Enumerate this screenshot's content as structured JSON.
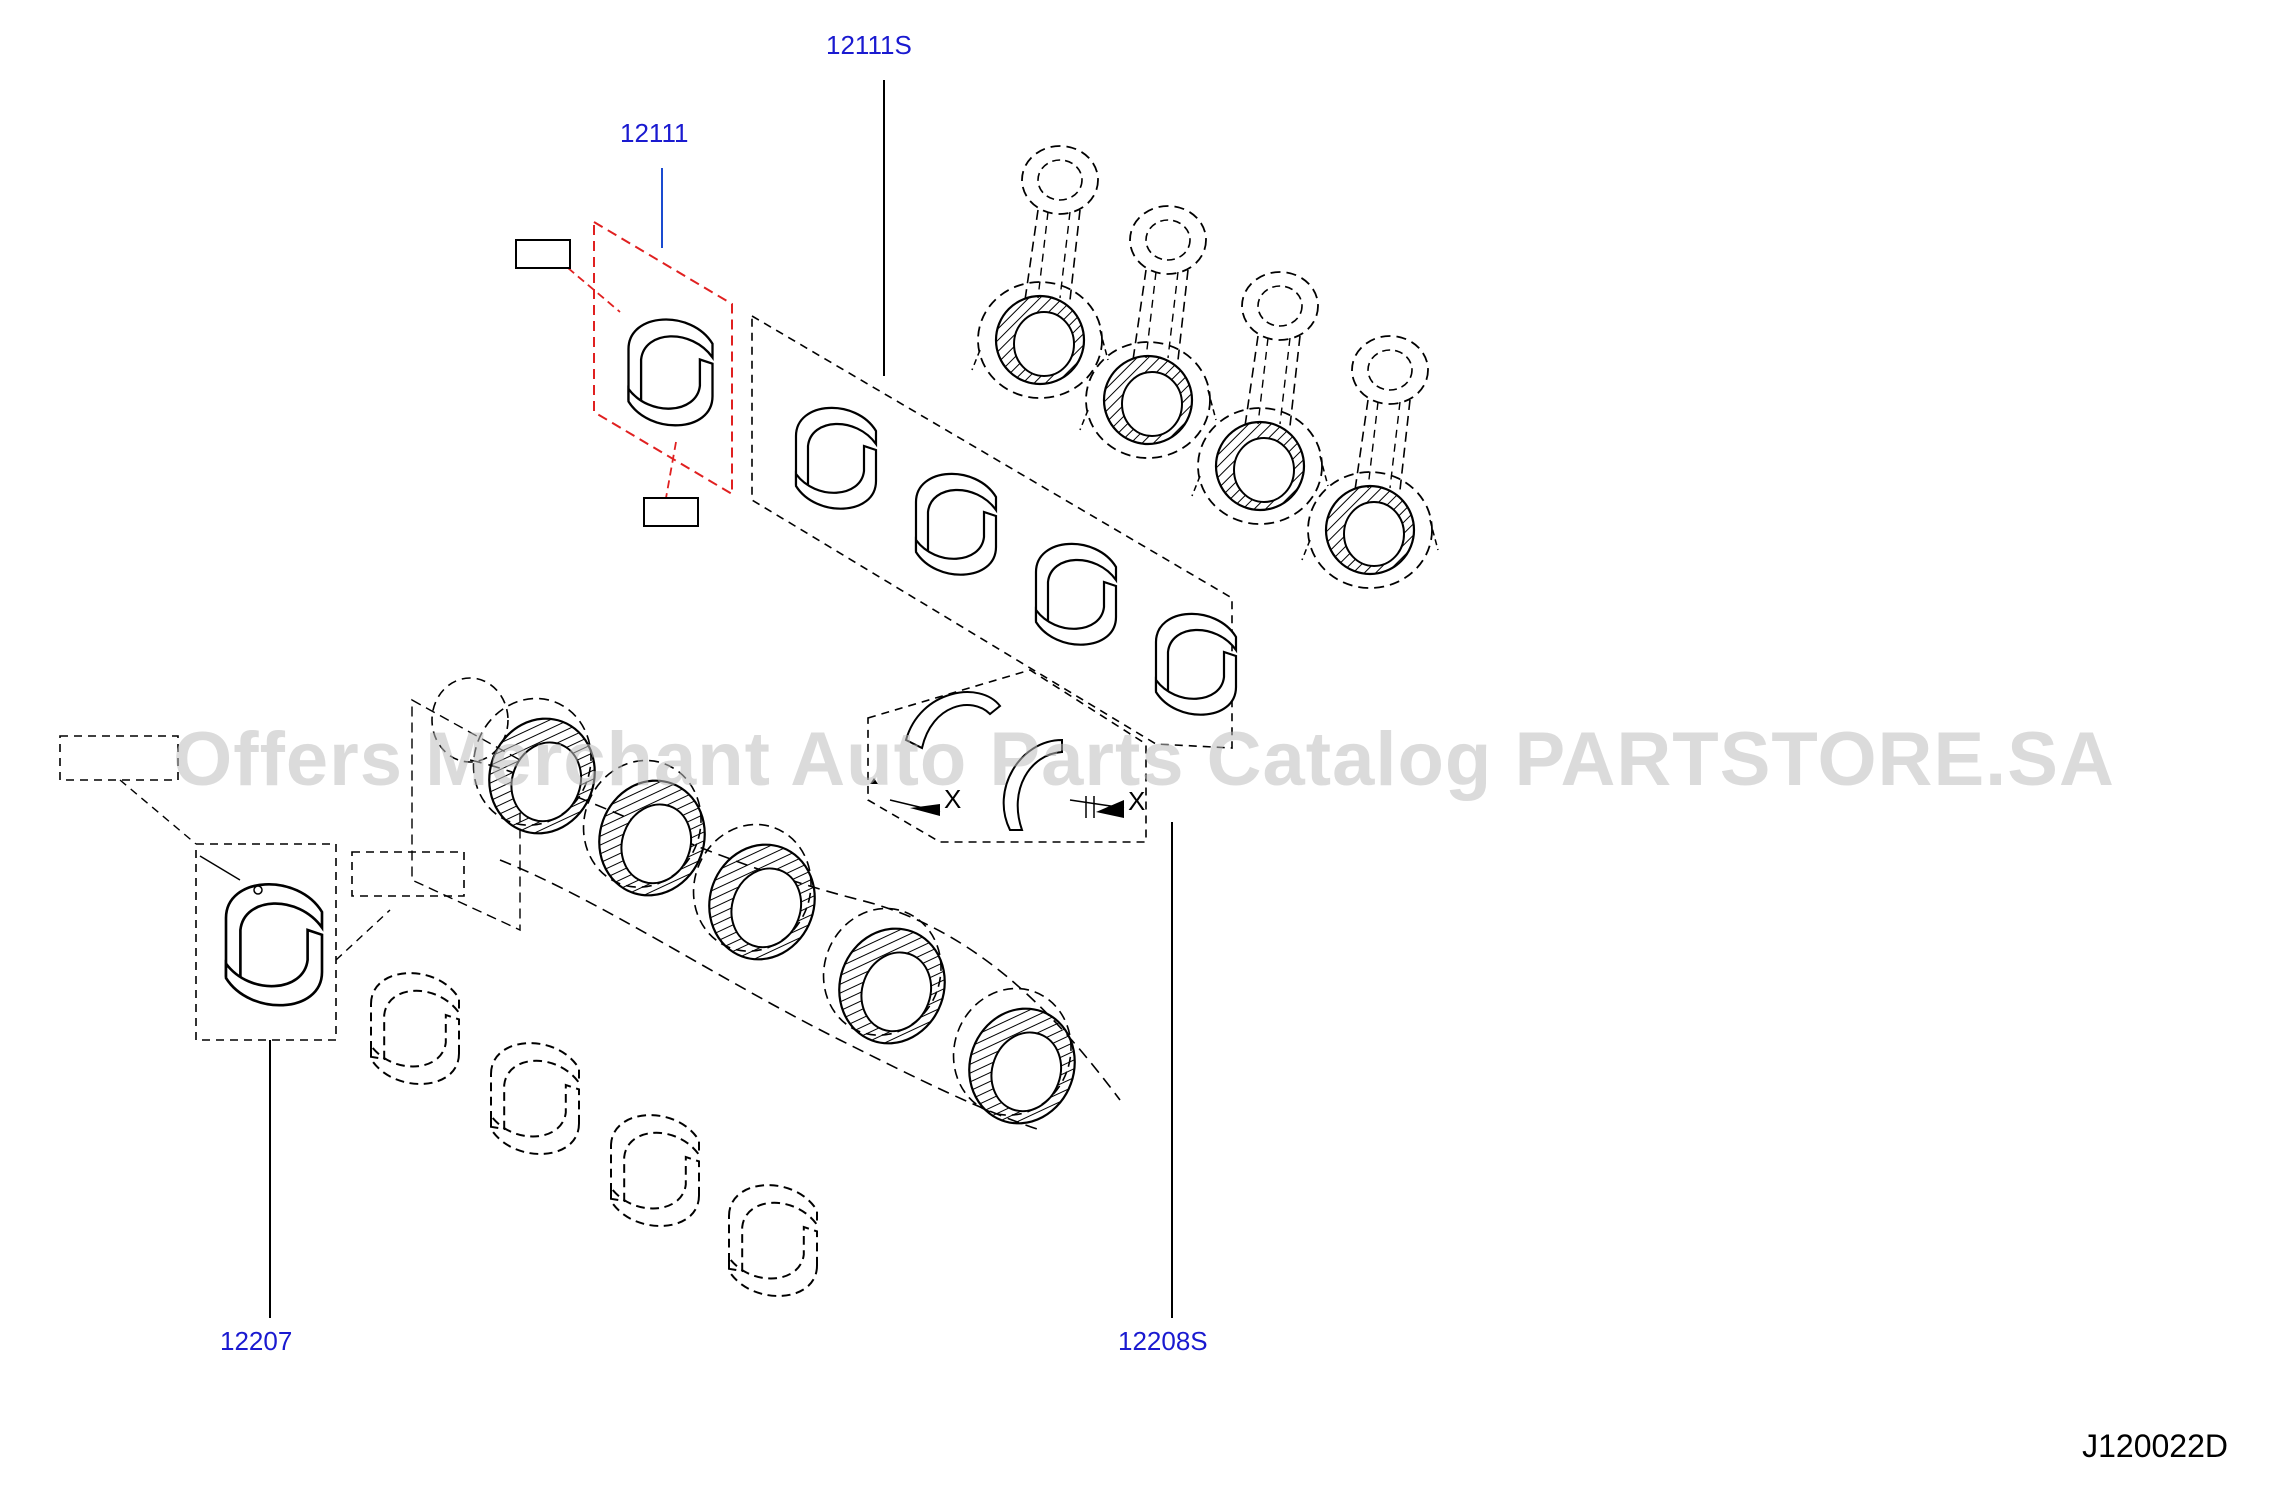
{
  "callouts": {
    "c12111S": "12111S",
    "c12111": "12111",
    "c12207": "12207",
    "c12208S": "12208S"
  },
  "diagram_id": "J120022D",
  "watermark": "Offers Merchant Auto Parts Catalog PARTSTORE.SA",
  "thrust_marks": {
    "left": "X",
    "right": "X"
  },
  "colors": {
    "callout_text": "#1a1ad0",
    "leader_line": "#1a4bd0",
    "highlight_frame": "#e02020",
    "line_art": "#000000"
  }
}
